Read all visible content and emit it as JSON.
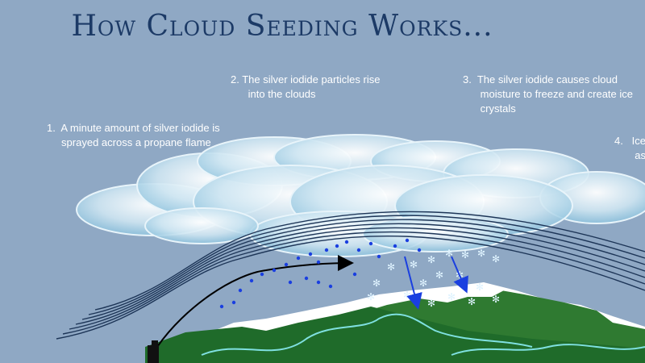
{
  "title": "How Cloud Seeding Works...",
  "steps": [
    {
      "text": "1.  A minute amount of silver iodide is\n     sprayed across a propane flame"
    },
    {
      "text": "2. The silver iodide particles rise\n      into the clouds"
    },
    {
      "text": "3.  The silver iodide causes cloud\n      moisture to freeze and create ice\n      crystals"
    },
    {
      "text": "4.   Ice\n       as"
    }
  ],
  "colors": {
    "sky": "#8fa8c4",
    "title": "#1c3a66",
    "mountain": "#1f6b2a",
    "snow": "#ffffff",
    "river": "#7fe0e0",
    "particles": "#1a3fe0",
    "arrow": "#1a3fe0",
    "airflow": "#1d3557"
  },
  "icons": [
    "cloud",
    "snowflake-icon",
    "silver-iodide-particle",
    "sprayer-nozzle-icon",
    "downward-arrow-icon"
  ]
}
